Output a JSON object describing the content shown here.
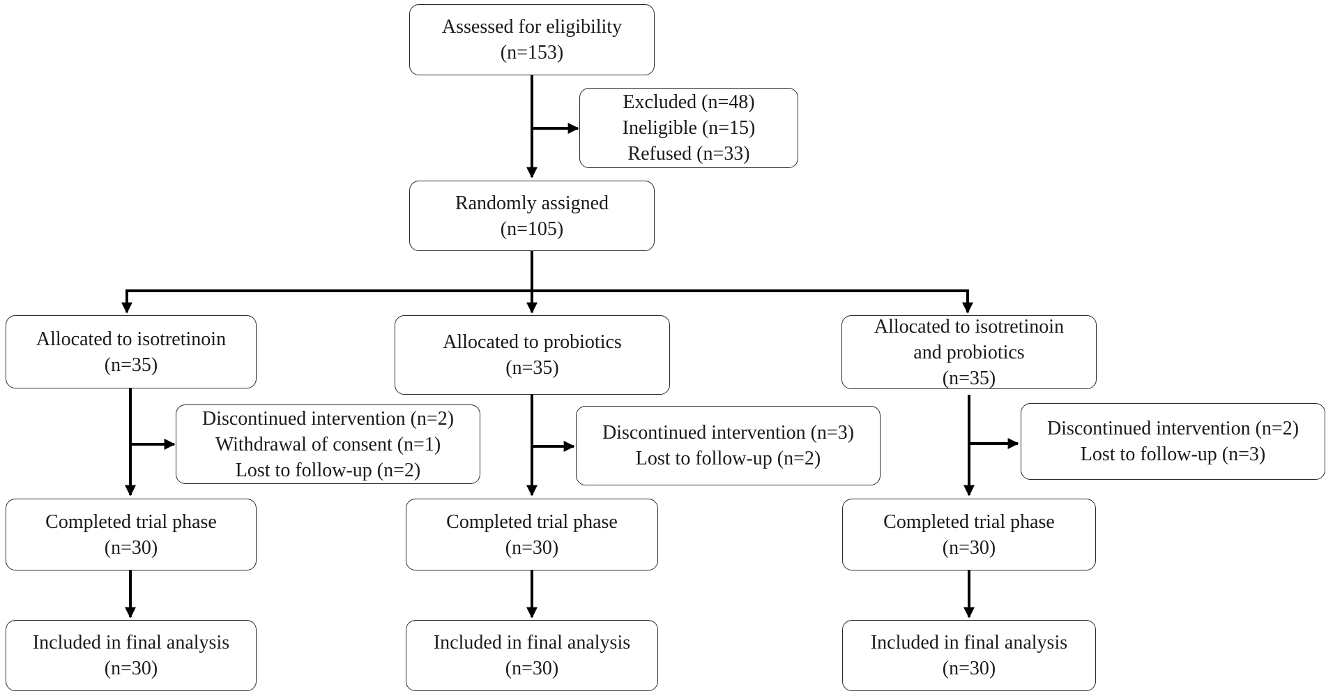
{
  "screening": {
    "title": "Assessed for eligibility",
    "count": "(n=153)"
  },
  "excluded": {
    "line1": "Excluded (n=48)",
    "line2": "Ineligible  (n=15)",
    "line3": "Refused (n=33)"
  },
  "randomized": {
    "title": "Randomly assigned",
    "count": "(n=105)"
  },
  "arms": [
    {
      "allocated": {
        "line1": "Allocated to isotretinoin",
        "line2": "(n=35)"
      },
      "discontinued": {
        "line1": "Discontinued intervention  (n=2)",
        "line2": "Withdrawal  of consent (n=1)",
        "line3": "Lost to follow-up (n=2)"
      },
      "completed": {
        "title": "Completed trial  phase",
        "count": "(n=30)"
      },
      "analysis": {
        "title": "Included in final  analysis",
        "count": "(n=30)"
      }
    },
    {
      "allocated": {
        "line1": "Allocated to probiotics",
        "line2": "(n=35)"
      },
      "discontinued": {
        "line1": "Discontinued intervention  (n=3)",
        "line2": "Lost to follow-up (n=2)"
      },
      "completed": {
        "title": "Completed trial  phase",
        "count": "(n=30)"
      },
      "analysis": {
        "title": "Included in final  analysis",
        "count": "(n=30)"
      }
    },
    {
      "allocated": {
        "line1": "Allocated to isotretinoin",
        "line2": "and probiotics",
        "line3": "(n=35)"
      },
      "discontinued": {
        "line1": "Discontinued intervention  (n=2)",
        "line2": "Lost to follow-up  (n=3)"
      },
      "completed": {
        "title": "Completed trial  phase",
        "count": "(n=30)"
      },
      "analysis": {
        "title": "Included in final  analysis",
        "count": "(n=30)"
      }
    }
  ]
}
